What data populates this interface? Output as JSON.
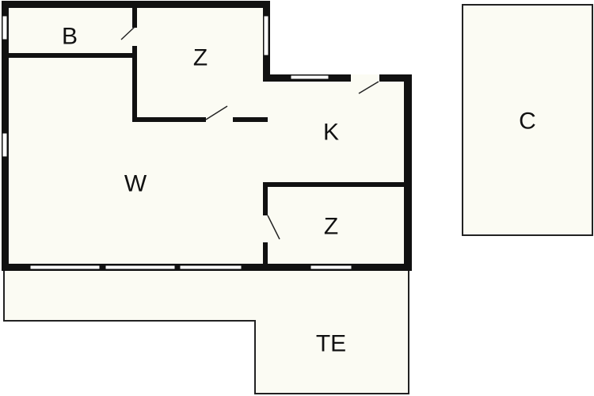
{
  "floorplan": {
    "colors": {
      "wall": "#111111",
      "floor": "#fbfbf3",
      "outline": "#222222"
    },
    "rooms": {
      "bath": {
        "label": "B"
      },
      "bedroom_top": {
        "label": "Z"
      },
      "living": {
        "label": "W"
      },
      "kitchen": {
        "label": "K"
      },
      "bedroom_bottom": {
        "label": "Z"
      },
      "terrace": {
        "label": "TE"
      },
      "carport": {
        "label": "C"
      }
    }
  }
}
